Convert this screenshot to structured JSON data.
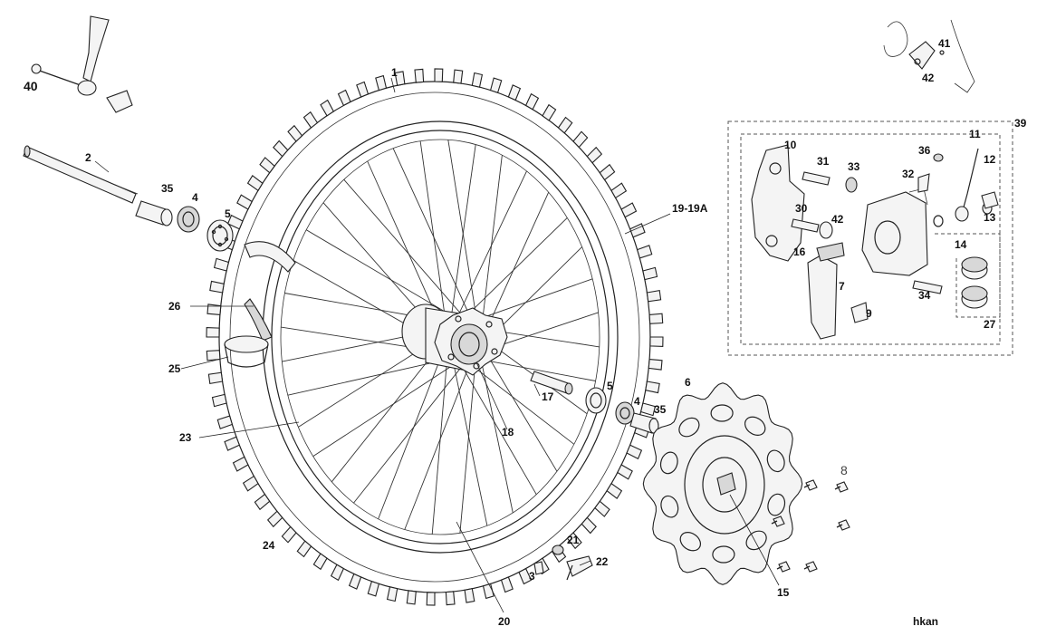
{
  "diagram": {
    "watermark": "hkan",
    "callouts": [
      {
        "id": "c1",
        "text": "1"
      },
      {
        "id": "c2",
        "text": "2"
      },
      {
        "id": "c3",
        "text": "3"
      },
      {
        "id": "c4a",
        "text": "4"
      },
      {
        "id": "c4b",
        "text": "4"
      },
      {
        "id": "c5a",
        "text": "5"
      },
      {
        "id": "c5b",
        "text": "5"
      },
      {
        "id": "c6",
        "text": "6"
      },
      {
        "id": "c7",
        "text": "7"
      },
      {
        "id": "c8",
        "text": "8"
      },
      {
        "id": "c9",
        "text": "9"
      },
      {
        "id": "c10",
        "text": "10"
      },
      {
        "id": "c11",
        "text": "11"
      },
      {
        "id": "c12",
        "text": "12"
      },
      {
        "id": "c13",
        "text": "13"
      },
      {
        "id": "c14",
        "text": "14"
      },
      {
        "id": "c15",
        "text": "15"
      },
      {
        "id": "c16",
        "text": "16"
      },
      {
        "id": "c17",
        "text": "17"
      },
      {
        "id": "c18",
        "text": "18"
      },
      {
        "id": "c19",
        "text": "19-19A"
      },
      {
        "id": "c20",
        "text": "20"
      },
      {
        "id": "c21",
        "text": "21"
      },
      {
        "id": "c22",
        "text": "22"
      },
      {
        "id": "c23",
        "text": "23"
      },
      {
        "id": "c24",
        "text": "24"
      },
      {
        "id": "c25",
        "text": "25"
      },
      {
        "id": "c26",
        "text": "26"
      },
      {
        "id": "c27",
        "text": "27"
      },
      {
        "id": "c30",
        "text": "30"
      },
      {
        "id": "c31",
        "text": "31"
      },
      {
        "id": "c32",
        "text": "32"
      },
      {
        "id": "c33",
        "text": "33"
      },
      {
        "id": "c34",
        "text": "34"
      },
      {
        "id": "c35a",
        "text": "35"
      },
      {
        "id": "c35b",
        "text": "35"
      },
      {
        "id": "c36",
        "text": "36"
      },
      {
        "id": "c39",
        "text": "39"
      },
      {
        "id": "c40",
        "text": "40"
      },
      {
        "id": "c41",
        "text": "41"
      },
      {
        "id": "c42a",
        "text": "42"
      },
      {
        "id": "c42b",
        "text": "42"
      }
    ]
  }
}
